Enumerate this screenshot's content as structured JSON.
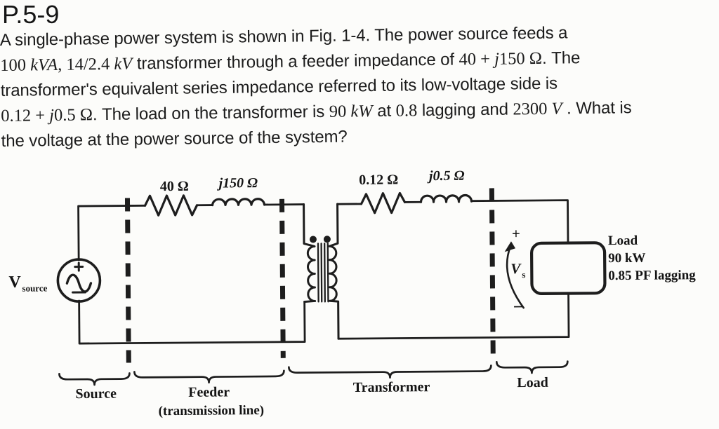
{
  "page": {
    "problem_number": "P.5-9"
  },
  "problem": {
    "lines": [
      {
        "segments": [
          {
            "style": "s",
            "text": "A single-phase power system is shown in Fig. 1-4. The power source feeds a"
          }
        ]
      },
      {
        "segments": [
          {
            "style": "m",
            "text": "100 "
          },
          {
            "style": "mi",
            "text": "kVA"
          },
          {
            "style": "m",
            "text": ", 14/2.4 "
          },
          {
            "style": "mi",
            "text": "kV"
          },
          {
            "style": "s",
            "text": " transformer through a feeder impedance of "
          },
          {
            "style": "m",
            "text": "40 + "
          },
          {
            "style": "mi",
            "text": "j"
          },
          {
            "style": "m",
            "text": "150 Ω"
          },
          {
            "style": "s",
            "text": ". The"
          }
        ]
      },
      {
        "segments": [
          {
            "style": "s",
            "text": "transformer's equivalent series impedance referred to its low-voltage side is"
          }
        ]
      },
      {
        "segments": [
          {
            "style": "m",
            "text": "0.12 + "
          },
          {
            "style": "mi",
            "text": "j"
          },
          {
            "style": "m",
            "text": "0.5 Ω"
          },
          {
            "style": "s",
            "text": ". The load on the transformer is "
          },
          {
            "style": "m",
            "text": "90 "
          },
          {
            "style": "mi",
            "text": "kW"
          },
          {
            "style": "s",
            "text": " at "
          },
          {
            "style": "m",
            "text": "0.8"
          },
          {
            "style": "s",
            "text": " lagging and "
          },
          {
            "style": "m",
            "text": "2300 "
          },
          {
            "style": "mi",
            "text": "V"
          },
          {
            "style": "s",
            "text": " . What is"
          }
        ]
      },
      {
        "segments": [
          {
            "style": "s",
            "text": "the voltage at the power source of the system?"
          }
        ]
      }
    ]
  },
  "figure": {
    "source": {
      "v": "V",
      "sub": "source"
    },
    "feeder": {
      "resistor": "40 Ω",
      "inductor": "j150 Ω"
    },
    "transformer_branch": {
      "resistor": "0.12 Ω",
      "inductor": "j0.5 Ω"
    },
    "vs": {
      "plus": "+",
      "v": "V",
      "sub": "s",
      "minus": "−"
    },
    "load_info": {
      "line1": "Load",
      "line2": "90 kW",
      "line3": "0.85 PF lagging"
    },
    "sections": {
      "source": "Source",
      "feeder": "Feeder",
      "feeder_sub": "(transmission line)",
      "transformer": "Transformer",
      "load": "Load"
    },
    "ink_color": "#1d1d1d"
  }
}
